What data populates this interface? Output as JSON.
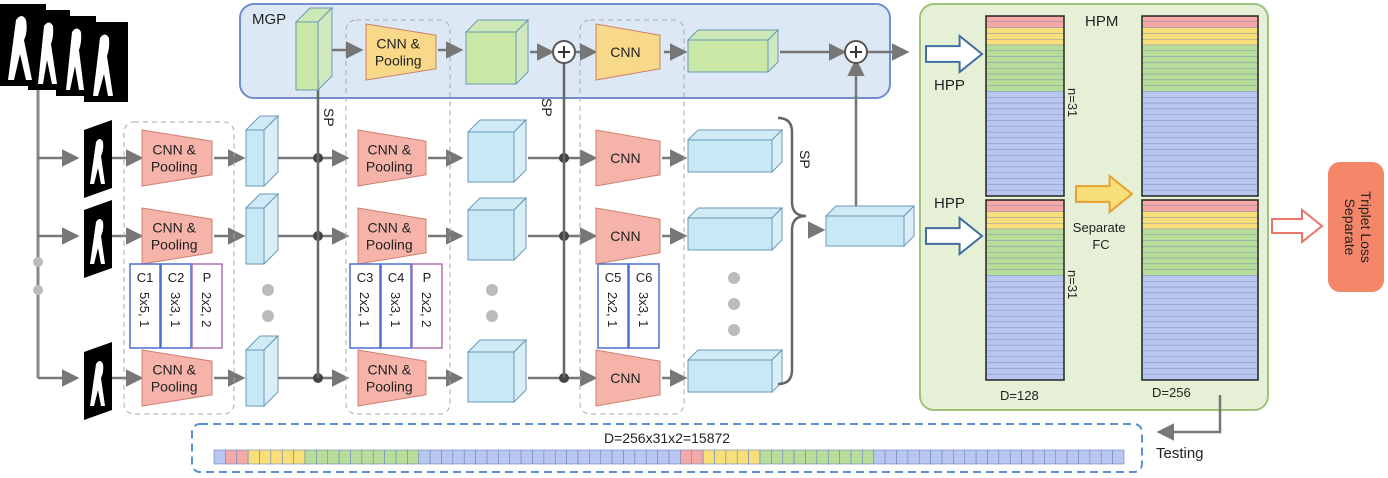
{
  "mgp": {
    "title": "MGP",
    "cnn_pooling": "CNN & Pooling",
    "cnn": "CNN"
  },
  "branch": {
    "cnn_pooling": "CNN & Pooling",
    "cnn": "CNN",
    "sp": "SP"
  },
  "conv_params": [
    {
      "name": "C1",
      "spec": "5x5, 1"
    },
    {
      "name": "C2",
      "spec": "3x3, 1"
    },
    {
      "name": "P",
      "spec": "2x2, 2"
    },
    {
      "name": "C3",
      "spec": "2x2, 1"
    },
    {
      "name": "C4",
      "spec": "3x3, 1"
    },
    {
      "name": "P",
      "spec": "2x2, 2"
    },
    {
      "name": "C5",
      "spec": "2x2, 1"
    },
    {
      "name": "C6",
      "spec": "3x3, 1"
    }
  ],
  "hpm": {
    "title": "HPM",
    "hpp": "HPP",
    "n_label": "n=31",
    "d_left": "D=128",
    "d_right": "D=256",
    "separate_fc": "Separate FC"
  },
  "loss_label": "Separate Triplet Loss",
  "testing_label": "Testing",
  "concat_label": "D=256x31x2=15872",
  "colors": {
    "mgp_fill": "#dde8f5",
    "mgp_border": "#6f8fcf",
    "hpm_fill": "#e5f0d6",
    "hpm_border": "#9dc47a",
    "cube_blue": "#c8e8f5",
    "cube_green": "#c9e8a8",
    "cnn_pink": "#f5b3aa",
    "cnn_yellow": "#f8d98a",
    "stripe_pink": "#f4a8a8",
    "stripe_yellow": "#f8df7a",
    "stripe_green": "#b8dc9a",
    "stripe_blue": "#b9c6ef",
    "loss_fill": "#f4876a",
    "dashed_blue": "#5b8fd6"
  }
}
